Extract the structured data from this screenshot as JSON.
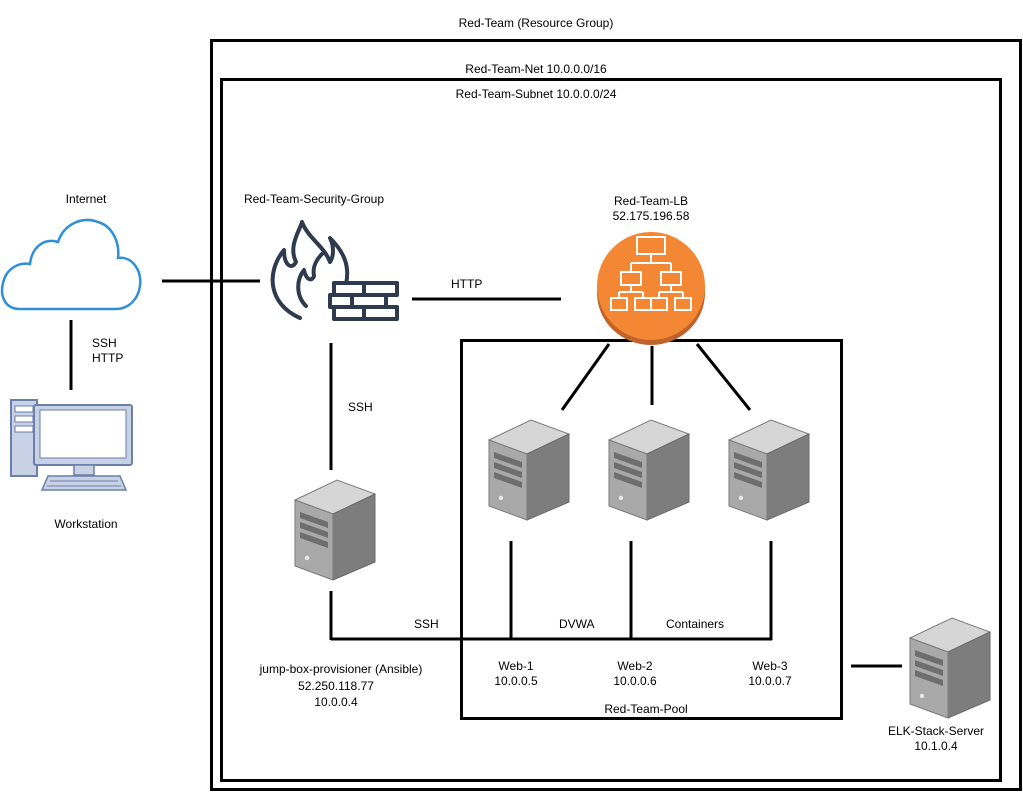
{
  "resource_group": {
    "label": "Red-Team (Resource Group)"
  },
  "vnet": {
    "label": "Red-Team-Net 10.0.0.0/16"
  },
  "subnet": {
    "label": "Red-Team-Subnet 10.0.0.0/24"
  },
  "internet": {
    "label": "Internet"
  },
  "workstation": {
    "label": "Workstation"
  },
  "workstation_link": {
    "proto1": "SSH",
    "proto2": "HTTP"
  },
  "security_group": {
    "label": "Red-Team-Security-Group"
  },
  "nsg_to_lb": {
    "proto": "HTTP"
  },
  "nsg_to_jumpbox": {
    "proto": "SSH"
  },
  "load_balancer": {
    "name": "Red-Team-LB",
    "ip": "52.175.196.58",
    "color": "#f48733"
  },
  "jumpbox": {
    "name": "jump-box-provisioner (Ansible)",
    "public_ip": "52.250.118.77",
    "private_ip": "10.0.0.4"
  },
  "bus_labels": {
    "ssh": "SSH",
    "dvwa": "DVWA",
    "containers": "Containers"
  },
  "pool": {
    "label": "Red-Team-Pool",
    "servers": [
      {
        "name": "Web-1",
        "ip": "10.0.0.5"
      },
      {
        "name": "Web-2",
        "ip": "10.0.0.6"
      },
      {
        "name": "Web-3",
        "ip": "10.0.0.7"
      }
    ]
  },
  "elk": {
    "name": "ELK-Stack-Server",
    "ip": "10.1.0.4"
  },
  "colors": {
    "cloud": "#2f8fd8",
    "icon_outline": "#2e3a4e",
    "server_body": "#8a8a8a",
    "pc_outline": "#6b7fa8"
  }
}
